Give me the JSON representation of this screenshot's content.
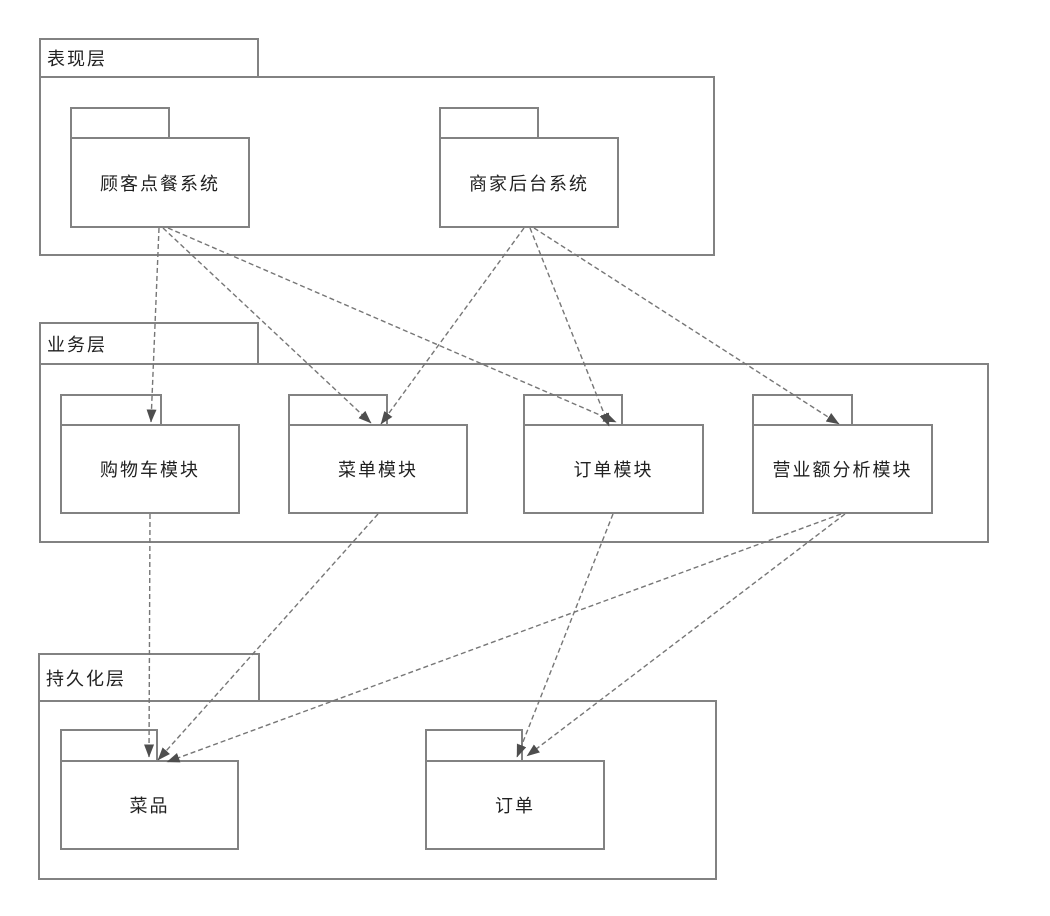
{
  "diagram_type": "uml-package-dependency-diagram",
  "colors": {
    "background": "#ffffff",
    "box_border": "#828282",
    "dashed_line": "#767676",
    "arrowhead": "#4e4e4e",
    "text": "#222222"
  },
  "layers": [
    {
      "id": "presentation",
      "label": "表现层",
      "packages": [
        {
          "id": "customer-ordering-system",
          "label": "顾客点餐系统"
        },
        {
          "id": "merchant-backend-system",
          "label": "商家后台系统"
        }
      ]
    },
    {
      "id": "business",
      "label": "业务层",
      "packages": [
        {
          "id": "cart-module",
          "label": "购物车模块"
        },
        {
          "id": "menu-module",
          "label": "菜单模块"
        },
        {
          "id": "order-module",
          "label": "订单模块"
        },
        {
          "id": "revenue-analysis-module",
          "label": "营业额分析模块"
        }
      ]
    },
    {
      "id": "persistence",
      "label": "持久化层",
      "packages": [
        {
          "id": "dish",
          "label": "菜品"
        },
        {
          "id": "order",
          "label": "订单"
        }
      ]
    }
  ],
  "edges": [
    {
      "from": "customer-ordering-system",
      "to": "cart-module",
      "style": "dashed-dependency"
    },
    {
      "from": "customer-ordering-system",
      "to": "menu-module",
      "style": "dashed-dependency"
    },
    {
      "from": "customer-ordering-system",
      "to": "order-module",
      "style": "dashed-dependency"
    },
    {
      "from": "merchant-backend-system",
      "to": "menu-module",
      "style": "dashed-dependency"
    },
    {
      "from": "merchant-backend-system",
      "to": "order-module",
      "style": "dashed-dependency"
    },
    {
      "from": "merchant-backend-system",
      "to": "revenue-analysis-module",
      "style": "dashed-dependency"
    },
    {
      "from": "cart-module",
      "to": "dish",
      "style": "dashed-dependency"
    },
    {
      "from": "menu-module",
      "to": "dish",
      "style": "dashed-dependency"
    },
    {
      "from": "order-module",
      "to": "order",
      "style": "dashed-dependency"
    },
    {
      "from": "revenue-analysis-module",
      "to": "dish",
      "style": "dashed-dependency"
    },
    {
      "from": "revenue-analysis-module",
      "to": "order",
      "style": "dashed-dependency"
    }
  ]
}
